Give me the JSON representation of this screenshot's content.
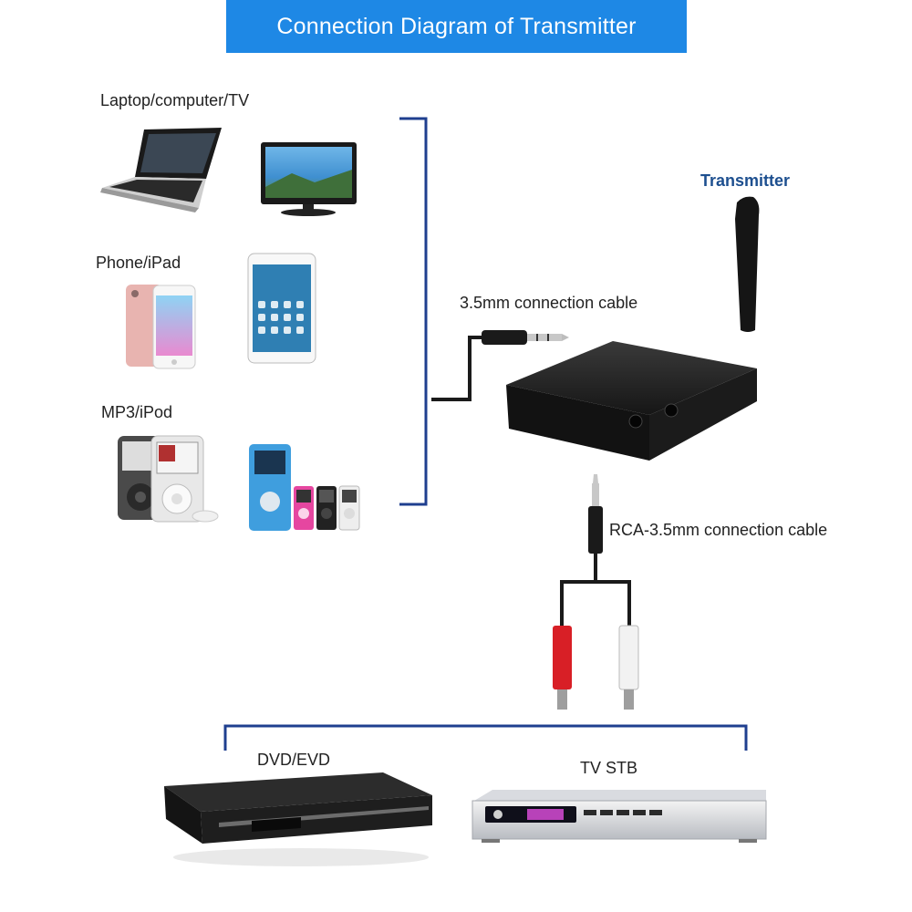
{
  "title": "Connection Diagram of Transmitter",
  "labels": {
    "laptop": "Laptop/computer/TV",
    "phone": "Phone/iPad",
    "mp3": "MP3/iPod",
    "transmitter": "Transmitter",
    "cable35": "3.5mm connection cable",
    "rca": "RCA-3.5mm connection cable",
    "dvd": "DVD/EVD",
    "stb": "TV STB"
  },
  "colors": {
    "banner": "#1e88e5",
    "bracket": "#1f3f8f",
    "transmitter_label": "#1d4f8f",
    "rca_red": "#d81f26",
    "rca_white": "#f2f2f2"
  },
  "icons": [
    "laptop-icon",
    "tv-icon",
    "phone-icon",
    "tablet-icon",
    "ipod-classic-icon",
    "ipod-nano-icon",
    "transmitter-icon",
    "cable-35mm-icon",
    "rca-cable-icon",
    "dvd-player-icon",
    "tv-stb-icon"
  ]
}
